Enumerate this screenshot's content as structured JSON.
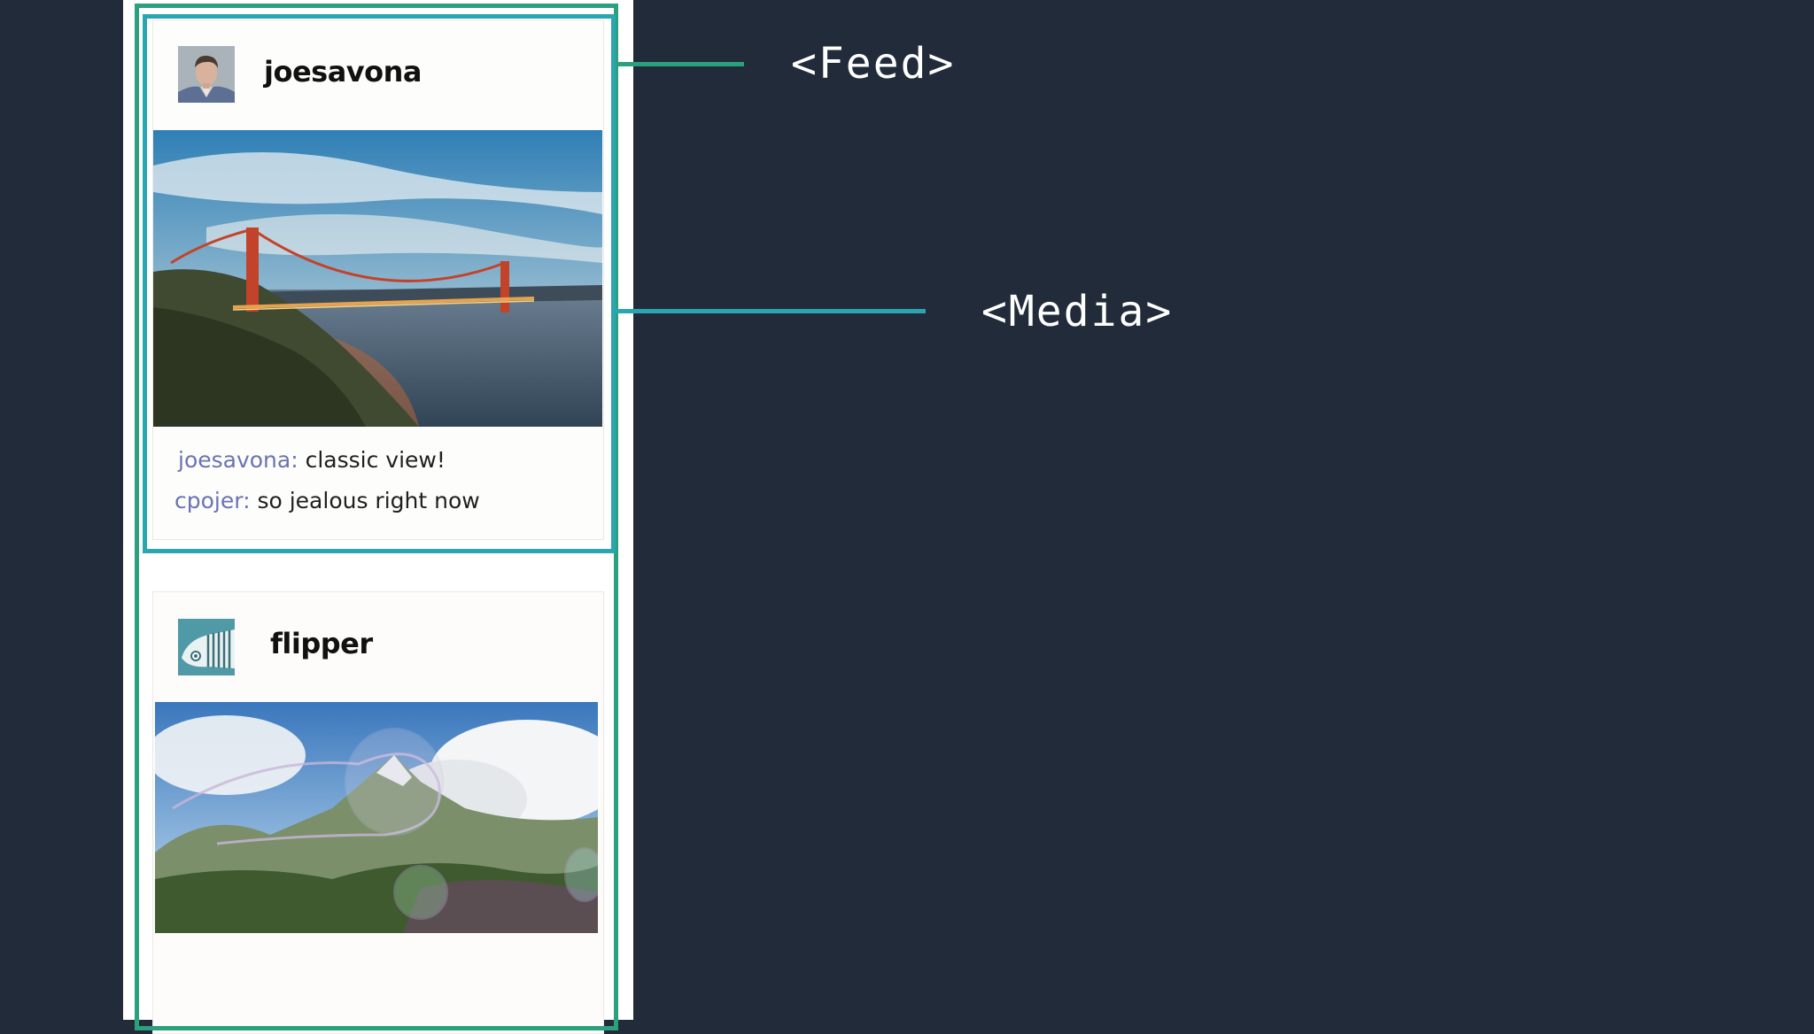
{
  "feed": {
    "posts": [
      {
        "username": "joesavona",
        "avatar_icon": "user-portrait",
        "media_alt": "golden-gate-bridge-photo",
        "comments": [
          {
            "author": "joesavona:",
            "text": "classic view!"
          },
          {
            "author": "cpojer:",
            "text": "so jealous right now"
          }
        ]
      },
      {
        "username": "flipper",
        "avatar_icon": "whale-logo",
        "media_alt": "mountain-bubbles-photo"
      }
    ]
  },
  "annotations": {
    "feed_label": "<Feed>",
    "media_label": "<Media>",
    "feed_color": "#2aa07c",
    "media_color": "#2ba5b1"
  },
  "colors": {
    "background": "#212b3a",
    "comment_author": "#6a73b3"
  }
}
